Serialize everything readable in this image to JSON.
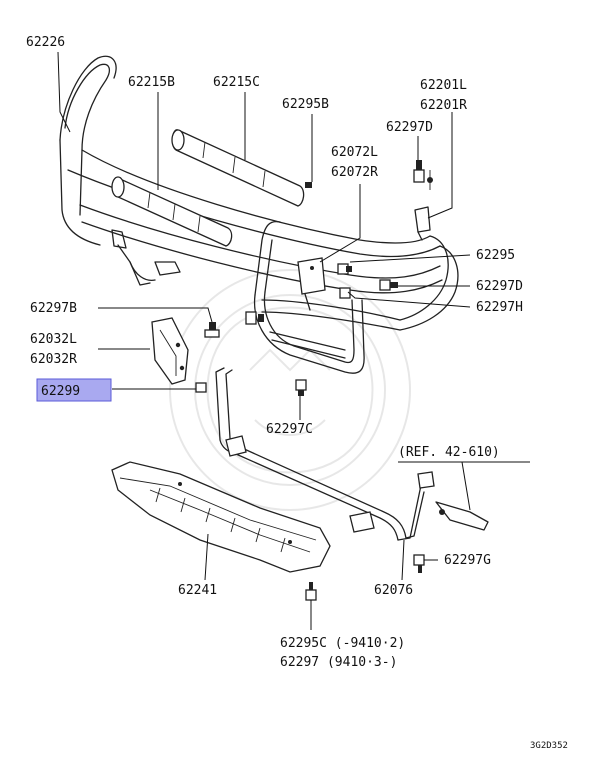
{
  "diagram": {
    "labels": {
      "l62226": "62226",
      "l62215b": "62215B",
      "l62215c": "62215C",
      "l62295b": "62295B",
      "l62201l": "62201L",
      "l62201r": "62201R",
      "l62297d_top": "62297D",
      "l62072l": "62072L",
      "l62072r": "62072R",
      "l62295": "62295",
      "l62297d_right": "62297D",
      "l62297h": "62297H",
      "l62297b": "62297B",
      "l62032l": "62032L",
      "l62032r": "62032R",
      "l62299": "62299",
      "l62297c": "62297C",
      "lref": "(REF. 42-610)",
      "l62297g": "62297G",
      "l62241": "62241",
      "l62076": "62076",
      "l62295c": "62295C (-9410·2)",
      "l62297_bottom": "62297  (9410·3-)",
      "code": "3G2D352"
    },
    "highlight_color": "#a9a9f0",
    "highlight_border": "#5a5ad8"
  }
}
